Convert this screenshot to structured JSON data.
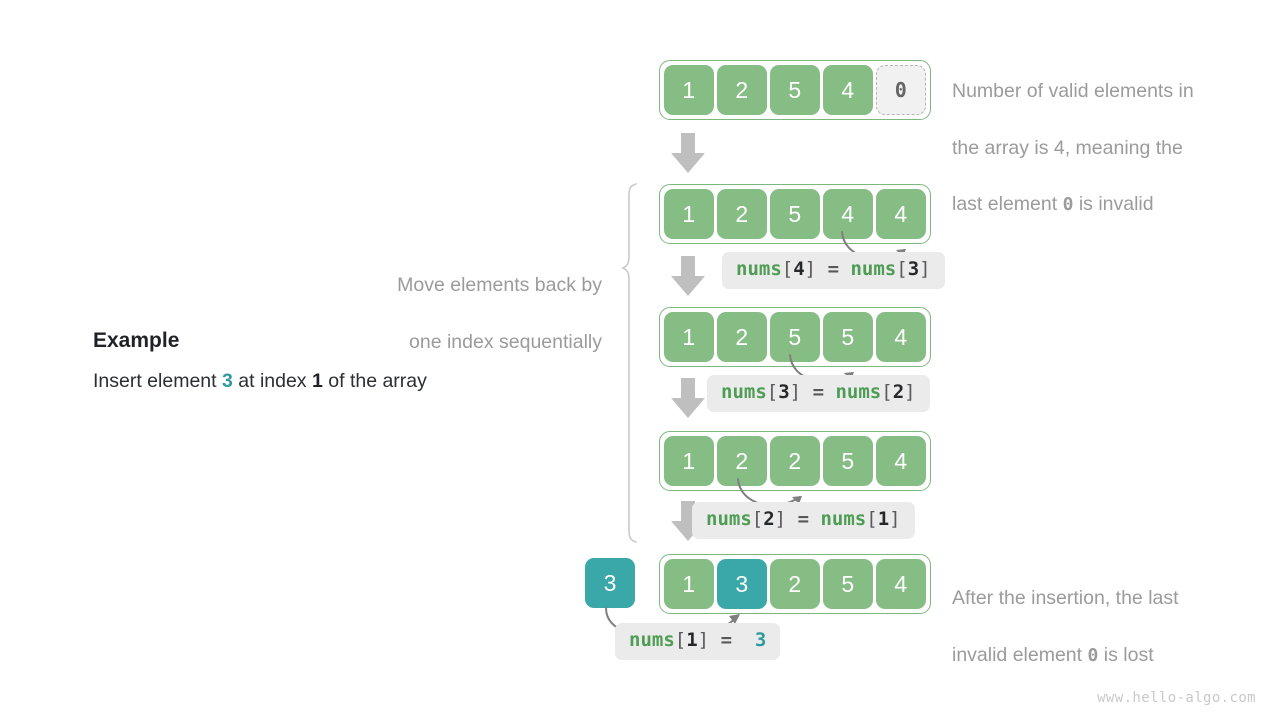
{
  "page": {
    "watermark": "www.hello-algo.com"
  },
  "example": {
    "title": "Example",
    "text_before": "Insert element ",
    "value": "3",
    "text_middle": " at index ",
    "index": "1",
    "text_after": " of the array"
  },
  "notes": {
    "top": {
      "line1": "Number of valid elements in",
      "line2_a": "the array is 4, meaning the",
      "line3_a": "last element ",
      "line3_code": "0",
      "line3_b": " is invalid"
    },
    "left_bracket": {
      "line1": "Move elements back by",
      "line2": "one index sequentially"
    },
    "bottom": {
      "line1": "After the insertion, the last",
      "line2_a": "invalid element ",
      "line2_code": "0",
      "line2_b": " is lost"
    }
  },
  "steps": [
    {
      "name": "initial-array",
      "cells": [
        {
          "value": "1",
          "style": "green"
        },
        {
          "value": "2",
          "style": "green"
        },
        {
          "value": "5",
          "style": "green"
        },
        {
          "value": "4",
          "style": "green"
        },
        {
          "value": "0",
          "style": "invalid"
        }
      ]
    },
    {
      "name": "shift-index-4",
      "cells": [
        {
          "value": "1",
          "style": "green"
        },
        {
          "value": "2",
          "style": "green"
        },
        {
          "value": "5",
          "style": "green"
        },
        {
          "value": "4",
          "style": "green"
        },
        {
          "value": "4",
          "style": "green"
        }
      ],
      "code": {
        "fn": "nums",
        "lb": "[",
        "idx": "4",
        "rb": "]",
        "eq": "=",
        "fn2": "nums",
        "lb2": "[",
        "idx2": "3",
        "rb2": "]"
      }
    },
    {
      "name": "shift-index-3",
      "cells": [
        {
          "value": "1",
          "style": "green"
        },
        {
          "value": "2",
          "style": "green"
        },
        {
          "value": "5",
          "style": "green"
        },
        {
          "value": "5",
          "style": "green"
        },
        {
          "value": "4",
          "style": "green"
        }
      ],
      "code": {
        "fn": "nums",
        "lb": "[",
        "idx": "3",
        "rb": "]",
        "eq": "=",
        "fn2": "nums",
        "lb2": "[",
        "idx2": "2",
        "rb2": "]"
      }
    },
    {
      "name": "shift-index-2",
      "cells": [
        {
          "value": "1",
          "style": "green"
        },
        {
          "value": "2",
          "style": "green"
        },
        {
          "value": "2",
          "style": "green"
        },
        {
          "value": "5",
          "style": "green"
        },
        {
          "value": "4",
          "style": "green"
        }
      ],
      "code": {
        "fn": "nums",
        "lb": "[",
        "idx": "2",
        "rb": "]",
        "eq": "=",
        "fn2": "nums",
        "lb2": "[",
        "idx2": "1",
        "rb2": "]"
      }
    },
    {
      "name": "final-array",
      "solo_value": "3",
      "cells": [
        {
          "value": "1",
          "style": "green"
        },
        {
          "value": "3",
          "style": "teal"
        },
        {
          "value": "2",
          "style": "green"
        },
        {
          "value": "5",
          "style": "green"
        },
        {
          "value": "4",
          "style": "green"
        }
      ],
      "code": {
        "fn": "nums",
        "lb": "[",
        "idx": "1",
        "rb": "]",
        "eq": "=",
        "valteal": "3"
      }
    }
  ],
  "colors": {
    "green_cell": "#86bd84",
    "green_border": "#7cb87e",
    "teal_cell": "#3aa8a8",
    "chip_bg": "#ebebeb",
    "note_gray": "#9b9b9b",
    "arrow_gray": "#bfbfbf",
    "curve_gray": "#808080"
  }
}
